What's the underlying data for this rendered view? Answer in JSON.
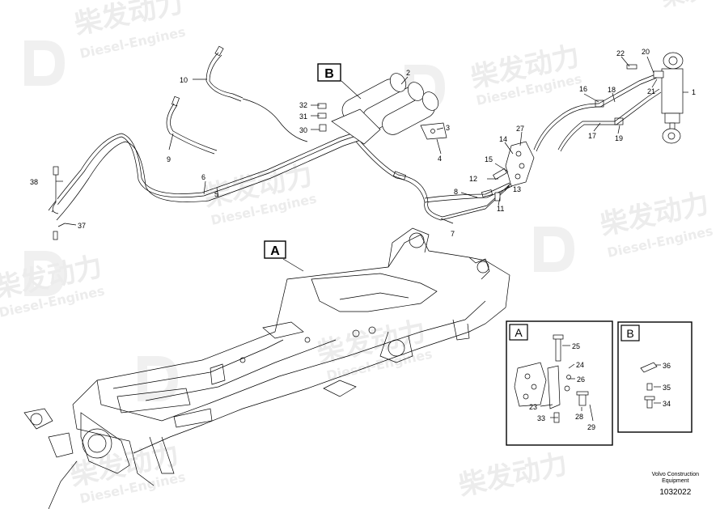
{
  "watermark": {
    "brand_cn": "柴发动力",
    "brand_en": "Diesel-Engines"
  },
  "callouts": {
    "A": "A",
    "B": "B",
    "p1": "1",
    "p2": "2",
    "p3": "3",
    "p4": "4",
    "p5": "5",
    "p6": "6",
    "p7": "7",
    "p8": "8",
    "p9": "9",
    "p10": "10",
    "p11": "11",
    "p12": "12",
    "p13": "13",
    "p14": "14",
    "p15": "15",
    "p16": "16",
    "p17": "17",
    "p18": "18",
    "p19": "19",
    "p20": "20",
    "p21": "21",
    "p22": "22",
    "p23": "23",
    "p24": "24",
    "p25": "25",
    "p26": "26",
    "p27": "27",
    "p28": "28",
    "p29": "29",
    "p30": "30",
    "p31": "31",
    "p32": "32",
    "p33": "33",
    "p34": "34",
    "p35": "35",
    "p36": "36",
    "p37": "37",
    "p38": "38"
  },
  "footer": {
    "line1": "Volvo Construction",
    "line2": "Equipment",
    "doc_number": "1032022"
  }
}
